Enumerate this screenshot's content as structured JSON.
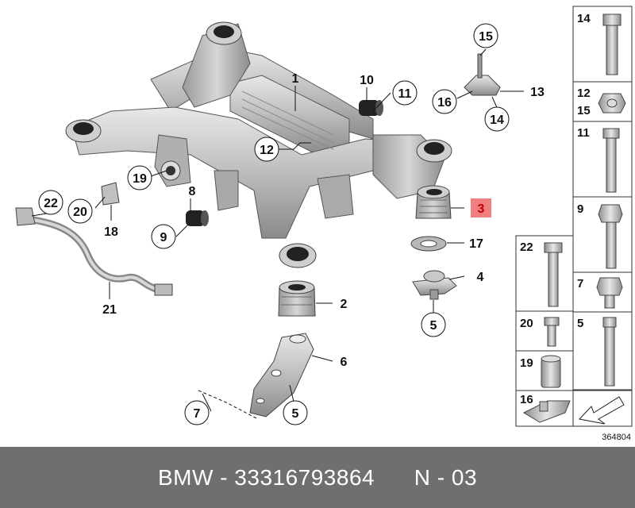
{
  "diagram": {
    "labels": {
      "l1": "1",
      "l2": "2",
      "l3": "3",
      "l4": "4",
      "l5a": "5",
      "l5b": "5",
      "l6": "6",
      "l7": "7",
      "l8": "8",
      "l9": "9",
      "l10": "10",
      "l11": "11",
      "l12": "12",
      "l13": "13",
      "l14": "14",
      "l15": "15",
      "l16": "16",
      "l17": "17",
      "l18": "18",
      "l19": "19",
      "l20": "20",
      "l21": "21",
      "l22": "22"
    },
    "sidebar": {
      "c14": "14",
      "c12": "12",
      "c15": "15",
      "c11": "11",
      "c9": "9",
      "c22": "22",
      "c7": "7",
      "c20": "20",
      "c5": "5",
      "c19": "19",
      "c16": "16"
    },
    "ref_number": "364804",
    "highlight_color": "#f08080"
  },
  "footer": {
    "brand": "BMW",
    "part_number": "33316793864",
    "revision": "N - 03"
  }
}
